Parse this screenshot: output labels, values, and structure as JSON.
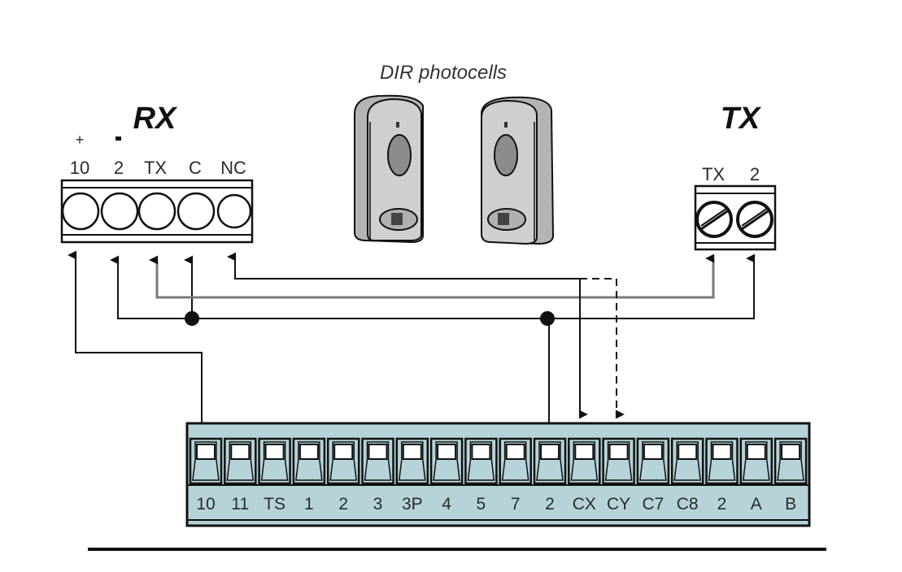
{
  "diagram": {
    "caption": "DIR photocells",
    "rx": {
      "title": "RX",
      "polarity": [
        "+",
        "-",
        "",
        "",
        ""
      ],
      "terminals": [
        "10",
        "2",
        "TX",
        "C",
        "NC"
      ]
    },
    "tx": {
      "title": "TX",
      "terminals": [
        "TX",
        "2"
      ]
    },
    "board": {
      "terminals": [
        "10",
        "11",
        "TS",
        "1",
        "2",
        "3",
        "3P",
        "4",
        "5",
        "7",
        "2",
        "CX",
        "CY",
        "C7",
        "C8",
        "2",
        "A",
        "B"
      ]
    },
    "connections": [
      {
        "from": "RX.10",
        "to": "BOARD.10",
        "style": "solid"
      },
      {
        "from": "RX.2",
        "to": "BOARD.2",
        "style": "solid",
        "junctions": [
          "RX.C",
          "TX.2"
        ]
      },
      {
        "from": "RX.TX",
        "to": "TX.TX",
        "style": "solid-gray"
      },
      {
        "from": "RX.NC",
        "to": "BOARD.CX",
        "style": "solid"
      },
      {
        "from": "RX.NC",
        "to": "BOARD.CY",
        "style": "dashed"
      }
    ],
    "colors": {
      "board_fill": "#b5d3d8",
      "wire": "#111111",
      "wire_gray": "#7a7a7a",
      "photocell_body": "#c8c8c8",
      "photocell_lens": "#8a8a8a"
    }
  }
}
